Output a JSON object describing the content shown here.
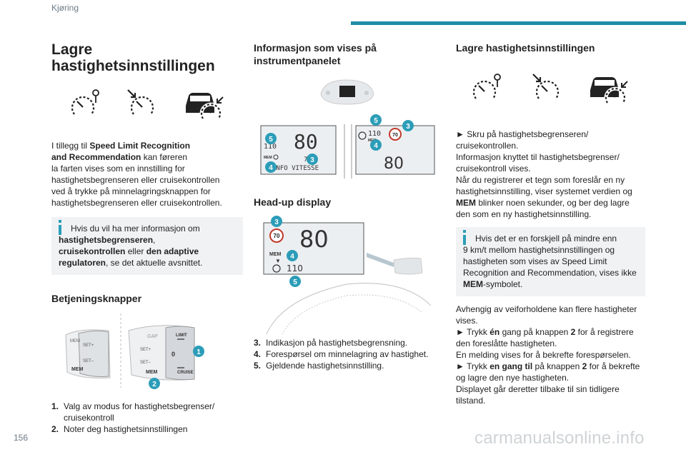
{
  "header": {
    "section": "Kjøring",
    "page_number": "156"
  },
  "col1": {
    "title_line1": "Lagre",
    "title_line2": "hastighetsinnstillingen",
    "intro": {
      "p1": "I tillegg til ",
      "b1": "Speed Limit Recognition",
      "b2": "and Recommendation",
      "p2": " kan føreren",
      "p3": "la farten vises som en innstilling for",
      "p4": "hastighetsbegrenseren eller cruisekontrollen",
      "p5": "ved å trykke på minnelagringsknappen for",
      "p6": "hastighetsbegrenseren eller cruisekontrollen."
    },
    "note": {
      "t1": "Hvis du vil ha mer informasjon om",
      "b1": "hastighetsbegrenseren",
      "t2": ",",
      "b2": "cruisekontrollen",
      "t3": " eller ",
      "b3": "den adaptive",
      "b4": "regulatoren",
      "t4": ", se det aktuelle avsnittet."
    },
    "controls_heading": "Betjeningsknapper",
    "stalk_labels": {
      "mem": "MEM",
      "set_plus": "SET+",
      "set_minus": "SET–",
      "gap": "GAP",
      "limit": "LIMIT",
      "zero": "0",
      "cruise": "CRUISE",
      "badge1": "1",
      "badge2": "2"
    },
    "list": [
      {
        "num": "1.",
        "text_line1": "Valg av modus for hastighetsbegrenser/",
        "text_line2": "cruisekontroll"
      },
      {
        "num": "2.",
        "text_line1": "Noter deg hastighetsinnstillingen",
        "text_line2": ""
      }
    ]
  },
  "col2": {
    "heading_line1": "Informasjon som vises på",
    "heading_line2": "instrumentpanelet",
    "cluster_left": {
      "big_speed": "80",
      "small_speed": "110",
      "mem_label": "MEM",
      "suggested": "70",
      "info_text": "INFO VITESSE",
      "badge5": "5",
      "badge4": "4",
      "badge3": "3"
    },
    "cluster_right": {
      "small_speed": "110",
      "mem_label": "MEM",
      "sign": "70",
      "big_speed": "80",
      "badge5": "5",
      "badge3": "3",
      "badge4": "4"
    },
    "hud_heading": "Head-up display",
    "hud": {
      "sign": "70",
      "big_speed": "80",
      "mem_label": "MEM",
      "small_speed": "110",
      "badge3": "3",
      "badge4": "4",
      "badge5": "5"
    },
    "list": [
      {
        "num": "3.",
        "text": "Indikasjon på hastighetsbegrensning."
      },
      {
        "num": "4.",
        "text": "Forespørsel om minnelagring av hastighet."
      },
      {
        "num": "5.",
        "text": "Gjeldende hastighetsinnstilling."
      }
    ]
  },
  "col3": {
    "heading": "Lagre hastighetsinnstillingen",
    "p1": {
      "l1": "► Skru på hastighetsbegrenseren/",
      "l2": "cruisekontrollen.",
      "l3": "Informasjon knyttet til hastighetsbegrenser/",
      "l4": "cruisekontroll vises.",
      "l5": "Når du registrerer et tegn som foreslår en ny",
      "l6": "hastighetsinnstilling, viser systemet verdien og",
      "b1": "MEM",
      "l7": " blinker noen sekunder, og ber deg lagre",
      "l8": "den som en ny hastighetsinnstilling."
    },
    "note": {
      "l1": "Hvis det er en forskjell på mindre enn",
      "l2": "9 km/t mellom hastighetsinnstillingen og",
      "l3": "hastigheten som vises av Speed Limit",
      "l4": "Recognition and Recommendation, vises ikke",
      "b1": "MEM",
      "l5": "-symbolet."
    },
    "p2": {
      "l1": "Avhengig av veiforholdene kan flere hastigheter",
      "l2": "vises.",
      "l3a": "► Trykk ",
      "b1": "én",
      "l3b": " gang på knappen ",
      "b2": "2",
      "l3c": " for å registrere",
      "l4": "den foreslåtte hastigheten.",
      "l5": "En melding vises for å bekrefte forespørselen.",
      "l6a": "► Trykk ",
      "b3": "en gang til",
      "l6b": " på knappen ",
      "b4": "2",
      "l6c": " for å bekrefte",
      "l7": "og lagre den nye hastigheten.",
      "l8": "Displayet går deretter tilbake til sin tidligere",
      "l9": "tilstand."
    }
  },
  "watermark": "carmanualsonline.info",
  "colors": {
    "accent": "#1f8ea6",
    "badge": "#2c9db8",
    "note_bg": "#f1f2f4"
  }
}
